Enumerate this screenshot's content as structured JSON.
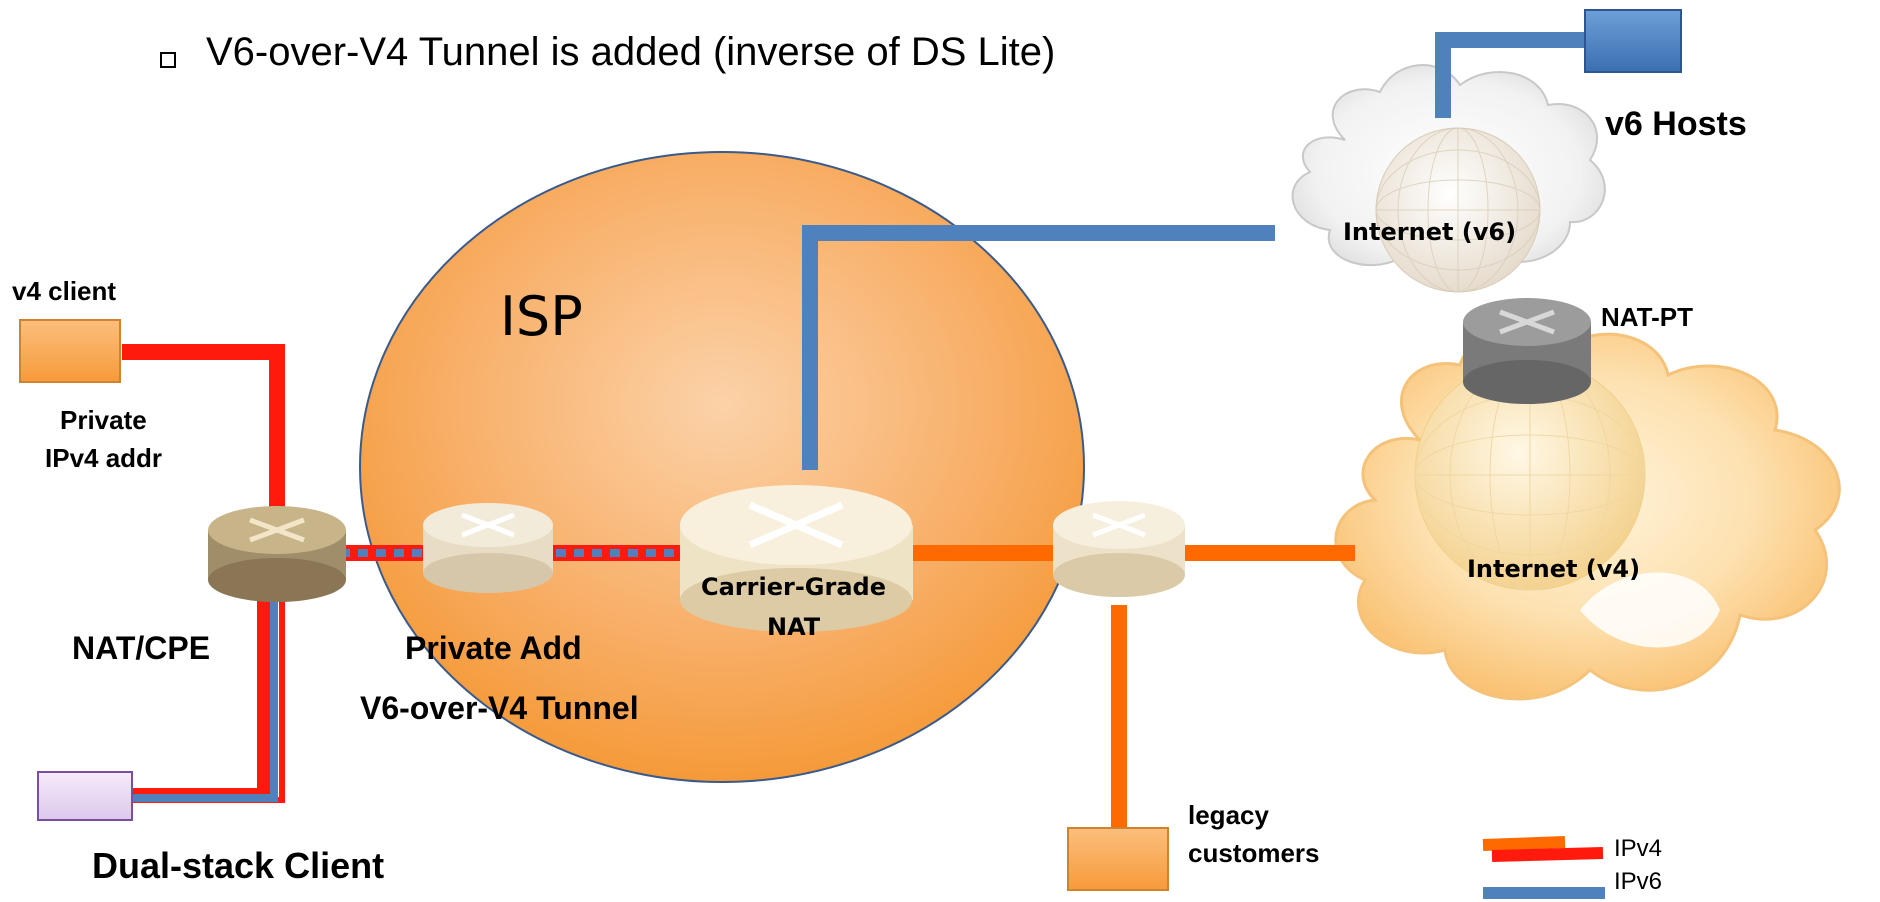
{
  "slide": {
    "bullet_text": "V6-over-V4 Tunnel is added (inverse of DS Lite)"
  },
  "diagram": {
    "isp_label": "ISP",
    "internet_v6": "Internet (v6)",
    "internet_v4": "Internet (v4)",
    "nat_pt": "NAT-PT",
    "v6_hosts": "v6 Hosts",
    "v4_client": "v4 client",
    "private_ipv4": [
      "Private",
      "IPv4 addr"
    ],
    "nat_cpe": "NAT/CPE",
    "private_add": "Private Add",
    "tunnel_label": "V6-over-V4 Tunnel",
    "carrier_grade": [
      "Carrier-Grade",
      "NAT"
    ],
    "dual_stack": "Dual-stack Client",
    "legacy": [
      "legacy",
      "customers"
    ]
  },
  "legend": {
    "ipv4": "IPv4",
    "ipv6": "IPv6"
  },
  "colors": {
    "ipv4_red": "#ff1a0d",
    "ipv4_orange": "#ff6a00",
    "ipv6_blue": "#4f81bd",
    "isp_fill": "#f7a14a"
  }
}
